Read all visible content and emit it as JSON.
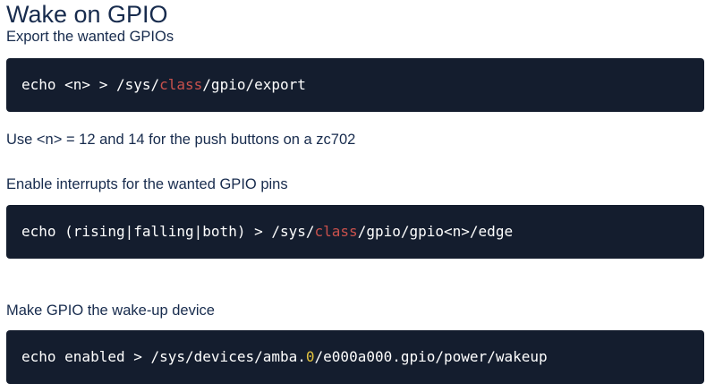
{
  "heading": {
    "title": "Wake on GPIO"
  },
  "paragraphs": {
    "intro": "Export the wanted GPIOs",
    "note_push_buttons": "Use <n> = 12 and 14 for the push buttons on a zc702",
    "enable_interrupts": "Enable interrupts for the wanted GPIO pins",
    "make_wakeup": "Make GPIO the wake-up device"
  },
  "code_blocks": [
    {
      "pre": "echo <n> > /sys/",
      "hl": "class",
      "post": "/gpio/export",
      "highlight_color": "#c9514c"
    },
    {
      "pre": "echo (rising|falling|both) > /sys/",
      "hl": "class",
      "post": "/gpio/gpio<n>/edge",
      "highlight_color": "#c9514c"
    },
    {
      "pre": "echo enabled > /sys/devices/amba.",
      "hl": "0",
      "post": "/e000a000.gpio/power/wakeup",
      "highlight_color": "#e2c23f"
    }
  ],
  "colors": {
    "text": "#172b4d",
    "code_background": "#141d2e",
    "code_text": "#ffffff",
    "code_red": "#c9514c",
    "code_yellow": "#e2c23f"
  }
}
